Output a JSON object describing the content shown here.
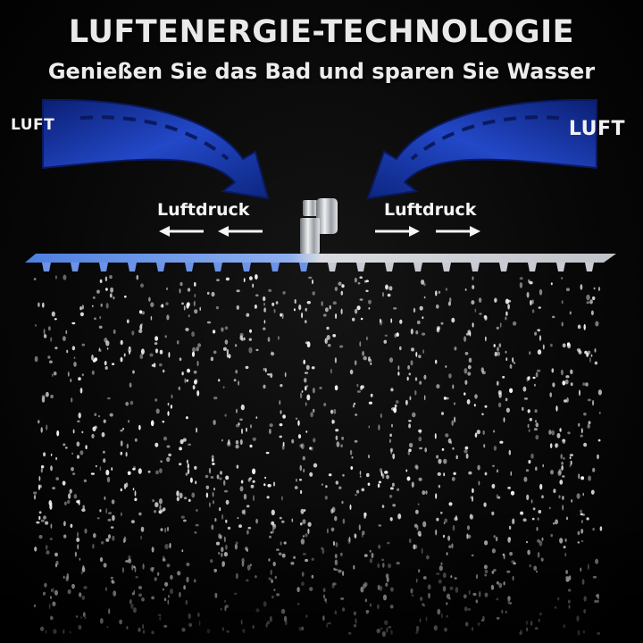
{
  "header": {
    "title": "LUFTENERGIE-TECHNOLOGIE",
    "subtitle": "Genießen Sie das Bad und sparen Sie Wasser"
  },
  "labels": {
    "air_left": "LUFT",
    "air_right": "LUFT",
    "pressure_left": "Luftdruck",
    "pressure_right": "Luftdruck"
  },
  "colors": {
    "arrow_blue": "#1c3fb0",
    "arrow_highlight": "#4f7cff",
    "chrome": "#c9ccd1",
    "water": "#ffffff"
  },
  "icons": {
    "air_arrow_left": "curved-arrow-down-right-icon",
    "air_arrow_right": "curved-arrow-down-left-icon",
    "pressure_left": "arrow-left-icon",
    "pressure_right": "arrow-right-icon",
    "shower_head": "rain-shower-head-icon"
  }
}
